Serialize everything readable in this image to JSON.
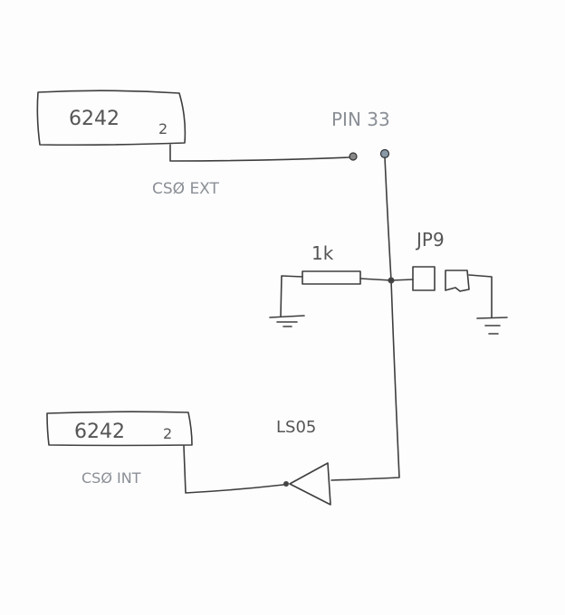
{
  "schematic": {
    "chip_top": {
      "part": "6242",
      "pin": "2",
      "signal": "CSØ EXT"
    },
    "connector": {
      "label": "PIN 33"
    },
    "resistor": {
      "value": "1k"
    },
    "jumper": {
      "label": "JP9"
    },
    "chip_bottom": {
      "part": "6242",
      "pin": "2",
      "signal": "CSØ INT"
    },
    "inverter": {
      "label": "LS05"
    }
  }
}
